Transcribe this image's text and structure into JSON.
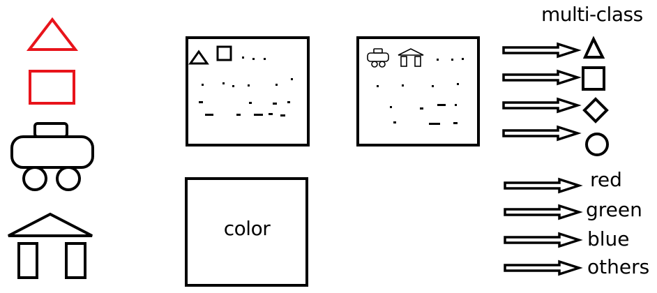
{
  "title": "multi-class",
  "color_box_label": "color",
  "output_labels": [
    "red",
    "green",
    "blue",
    "others"
  ],
  "shape_outputs": [
    "triangle-icon",
    "square-icon",
    "diamond-icon",
    "circle-icon"
  ],
  "legend_items": [
    "triangle-icon",
    "square-icon",
    "vehicle-icon",
    "building-icon"
  ],
  "colors": {
    "ink": "#000000",
    "accent": "#e8141b"
  }
}
